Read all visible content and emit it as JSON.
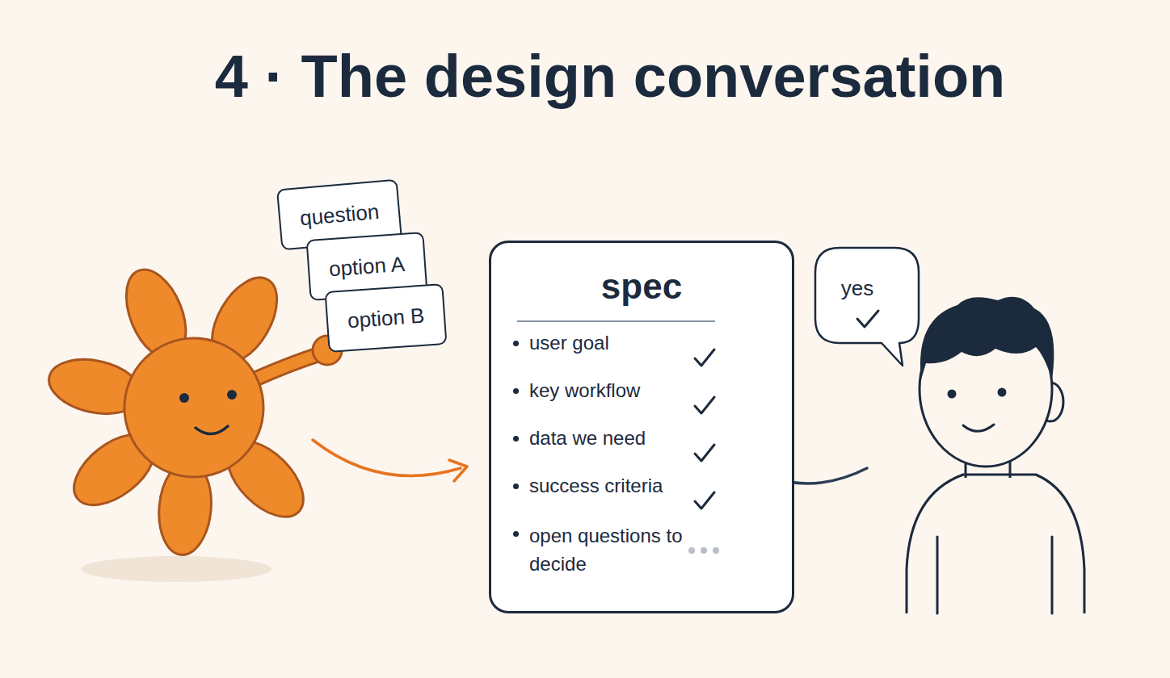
{
  "diagram": {
    "title": "4 · The design conversation",
    "nodes": [
      {
        "text": [
          "question"
        ]
      },
      {
        "text": [
          "option A"
        ]
      },
      {
        "text": [
          "option B"
        ]
      },
      {
        "text": [
          "spec",
          "user goal",
          "key workflow",
          "data we need",
          "success criteria",
          "open questions to decide"
        ]
      },
      {
        "text": [
          "yes"
        ]
      }
    ]
  }
}
